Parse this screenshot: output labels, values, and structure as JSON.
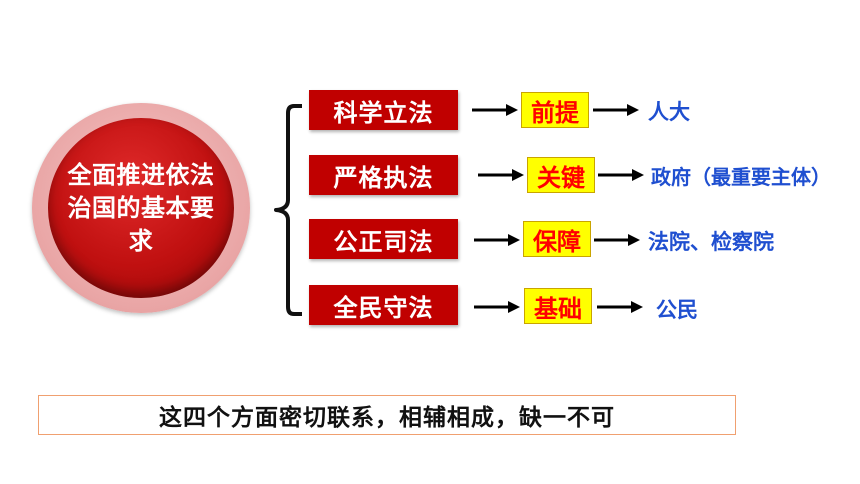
{
  "center": {
    "text": "全面推进依法治国的基本要求"
  },
  "rows": [
    {
      "item": "科学立法",
      "key": "前提",
      "result": "人大"
    },
    {
      "item": "严格执法",
      "key": "关键",
      "result": "政府（最重要主体）"
    },
    {
      "item": "公正司法",
      "key": "保障",
      "result": "法院、检察院"
    },
    {
      "item": "全民守法",
      "key": "基础",
      "result": "公民"
    }
  ],
  "summary": "这四个方面密切联系，相辅相成，缺一不可",
  "colors": {
    "red_box": "#c00000",
    "key_box": "#ffff00",
    "key_text": "#ff0000",
    "result_text": "#1f4fd0"
  }
}
